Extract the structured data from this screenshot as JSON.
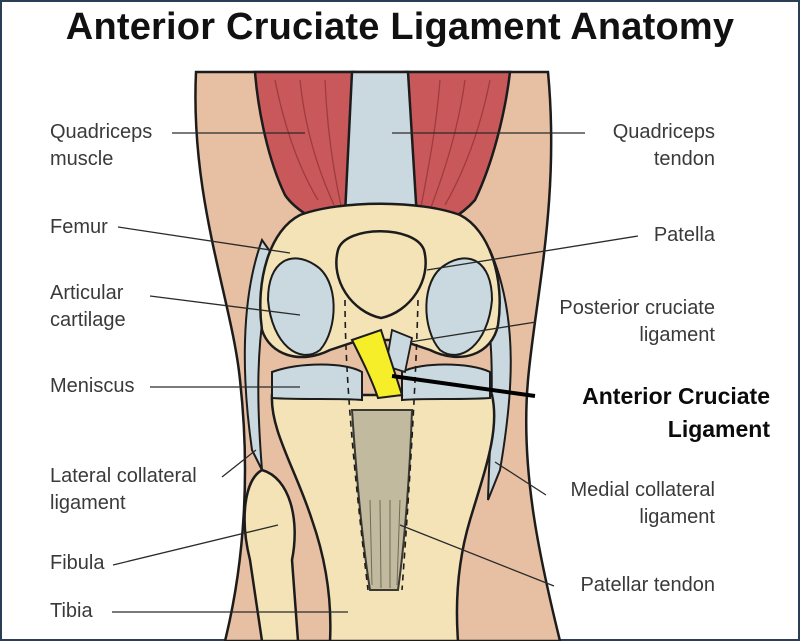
{
  "title": "Anterior Cruciate Ligament Anatomy",
  "labels": {
    "quadriceps_muscle": "Quadriceps\nmuscle",
    "quadriceps_tendon": "Quadriceps\ntendon",
    "femur": "Femur",
    "patella": "Patella",
    "articular_cartilage": "Articular\ncartilage",
    "posterior_cruciate_ligament": "Posterior cruciate\nligament",
    "meniscus": "Meniscus",
    "anterior_cruciate_ligament": "Anterior Cruciate\nLigament",
    "lateral_collateral_ligament": "Lateral collateral\nligament",
    "medial_collateral_ligament": "Medial collateral\nligament",
    "fibula": "Fibula",
    "patellar_tendon": "Patellar tendon",
    "tibia": "Tibia"
  },
  "colors": {
    "skin": "#e7bfa3",
    "muscle": "#c9585a",
    "bone": "#f3e3b6",
    "cartilage": "#c9d9df",
    "tendon": "#b8c6cc",
    "acl_highlight": "#f7ee2a",
    "frame": "#2c3e57"
  }
}
